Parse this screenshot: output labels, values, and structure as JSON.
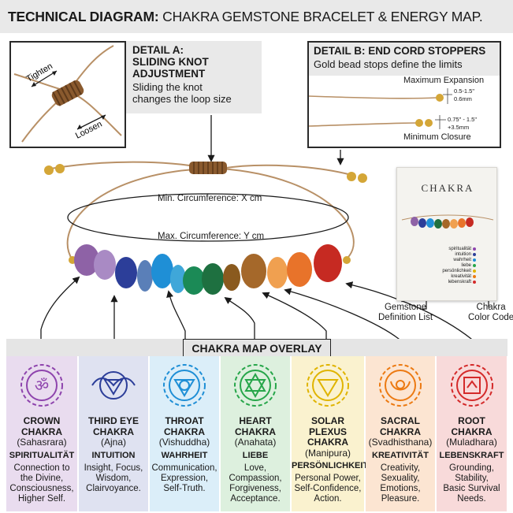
{
  "header": {
    "bold": "TECHNICAL DIAGRAM:",
    "rest": " CHAKRA GEMSTONE BRACELET & ENERGY MAP."
  },
  "detail_a": {
    "title_line1": "DETAIL A:",
    "title_line2": "SLIDING KNOT",
    "title_line3": "ADJUSTMENT",
    "desc_line1": "Sliding the knot",
    "desc_line2": "changes the loop size",
    "tighten": "Tighten",
    "loosen": "Loosen"
  },
  "detail_b": {
    "title": "DETAIL B: END CORD STOPPERS",
    "subtitle": "Gold bead stops define the limits",
    "max_label": "Maximum Expansion",
    "max_dim1": "0.5-1.5\"",
    "max_dim2": "0.6mm",
    "min_dim1": "0.75\" - 1.5\"",
    "min_dim2": "+3.5mm",
    "min_label": "Minimum Closure"
  },
  "bracelet": {
    "min_circ": "Min. Circumference: X cm",
    "max_circ": "Max. Circumference: Y cm"
  },
  "card": {
    "brand": "CHAKRA",
    "list": [
      "spiritualität",
      "intuition",
      "wahrheit",
      "liebe",
      "persönlichkeit",
      "kreativität",
      "lebenskraft"
    ],
    "gemstone_label_1": "Gemstone",
    "gemstone_label_2": "Definition List",
    "color_label_1": "Chakra",
    "color_label_2": "Color Code"
  },
  "overlay_title": "CHAKRA MAP OVERLAY",
  "chakras": [
    {
      "name1": "CROWN",
      "name2": "CHAKRA",
      "sanskrit": "(Sahasrara)",
      "keyword": "SPIRITUALITÄT",
      "desc": [
        "Connection to",
        "the Divine,",
        "Consciousness,",
        "Higher Self."
      ],
      "color": "#8e44ad",
      "bg": "#e9dcef"
    },
    {
      "name1": "THIRD EYE",
      "name2": "CHAKRA",
      "sanskrit": "(Ajna)",
      "keyword": "INTUITION",
      "desc": [
        "Insight, Focus,",
        "Wisdom,",
        "Clairvoyance."
      ],
      "color": "#2c3e99",
      "bg": "#dfe2f1"
    },
    {
      "name1": "THROAT",
      "name2": "CHAKRA",
      "sanskrit": "(Vishuddha)",
      "keyword": "WAHRHEIT",
      "desc": [
        "Communication,",
        "Expression,",
        "Self-Truth."
      ],
      "color": "#1f8fd6",
      "bg": "#dbeef9"
    },
    {
      "name1": "HEART",
      "name2": "CHAKRA",
      "sanskrit": "(Anahata)",
      "keyword": "LIEBE",
      "desc": [
        "Love,",
        "Compassion,",
        "Forgiveness,",
        "Acceptance."
      ],
      "color": "#27a64a",
      "bg": "#ddf0de"
    },
    {
      "name1": "SOLAR PLEXUS",
      "name2": "CHAKRA",
      "sanskrit": "(Manipura)",
      "keyword": "PERSÖNLICHKEIT",
      "desc": [
        "Personal Power,",
        "Self-Confidence,",
        "Action."
      ],
      "color": "#e0b400",
      "bg": "#faf2cf"
    },
    {
      "name1": "SACRAL",
      "name2": "CHAKRA",
      "sanskrit": "(Svadhisthana)",
      "keyword": "KREATIVITÄT",
      "desc": [
        "Creativity,",
        "Sexuality,",
        "Emotions,",
        "Pleasure."
      ],
      "color": "#ec7a12",
      "bg": "#fce5d2"
    },
    {
      "name1": "ROOT",
      "name2": "CHAKRA",
      "sanskrit": "(Muladhara)",
      "keyword": "LEBENSKRAFT",
      "desc": [
        "Grounding,",
        "Stability,",
        "Basic Survival",
        "Needs."
      ],
      "color": "#d42a2a",
      "bg": "#f8dada"
    }
  ],
  "colors": {
    "cord": "#b89066",
    "gold": "#d4a637",
    "frame": "#2a2a2a"
  }
}
